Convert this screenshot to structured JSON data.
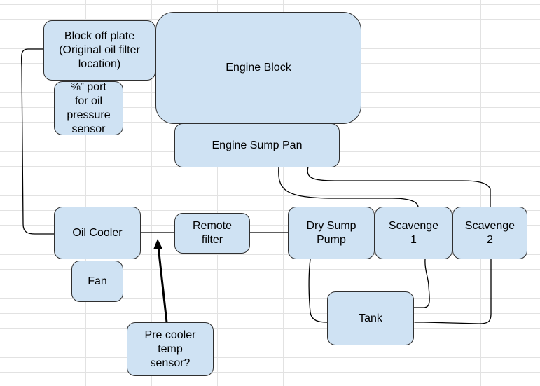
{
  "diagram": {
    "nodes": {
      "block_off_plate": "Block off plate\n(Original oil filter\nlocation)",
      "port": "⅜” port\nfor oil\npressure\nsensor",
      "engine_block": "Engine Block",
      "engine_sump_pan": "Engine Sump Pan",
      "oil_cooler": "Oil Cooler",
      "fan": "Fan",
      "remote_filter": "Remote\nfilter",
      "dry_sump_pump": "Dry Sump\nPump",
      "scavenge_1": "Scavenge\n1",
      "scavenge_2": "Scavenge\n2",
      "tank": "Tank",
      "pre_cooler_sensor": "Pre cooler\ntemp\nsensor?"
    },
    "colors": {
      "node_fill": "#cfe2f3",
      "node_border": "#2f2f2f",
      "line": "#000000",
      "gridline": "#e2e2e2"
    }
  }
}
